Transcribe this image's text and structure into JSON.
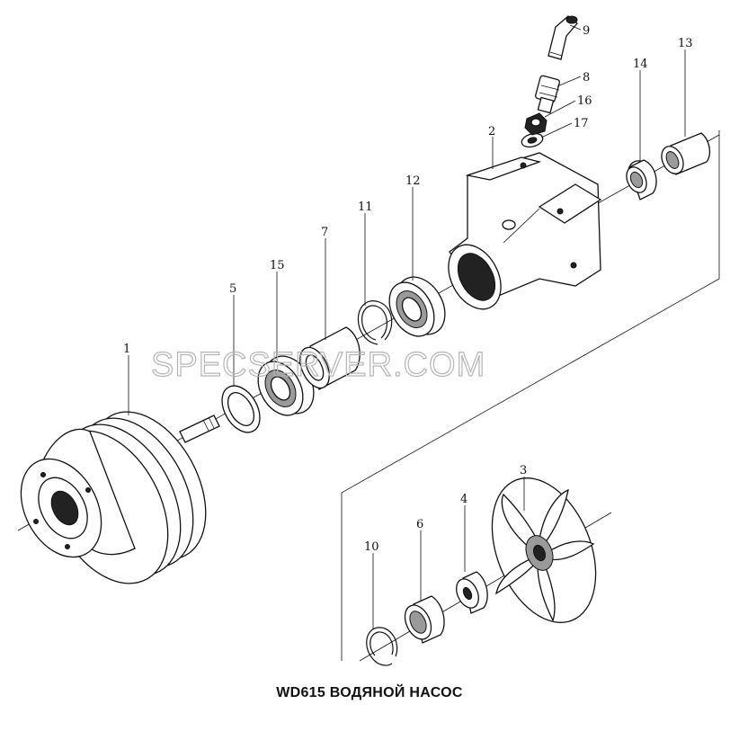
{
  "caption": "WD615 ВОДЯНОЙ НАСОС",
  "watermark": "SPECSERVER.COM",
  "callouts": {
    "c1": "1",
    "c2": "2",
    "c3": "3",
    "c4": "4",
    "c5": "5",
    "c6": "6",
    "c7": "7",
    "c8": "8",
    "c9": "9",
    "c10": "10",
    "c11": "11",
    "c12": "12",
    "c13": "13",
    "c14": "14",
    "c15": "15",
    "c16": "16",
    "c17": "17"
  }
}
